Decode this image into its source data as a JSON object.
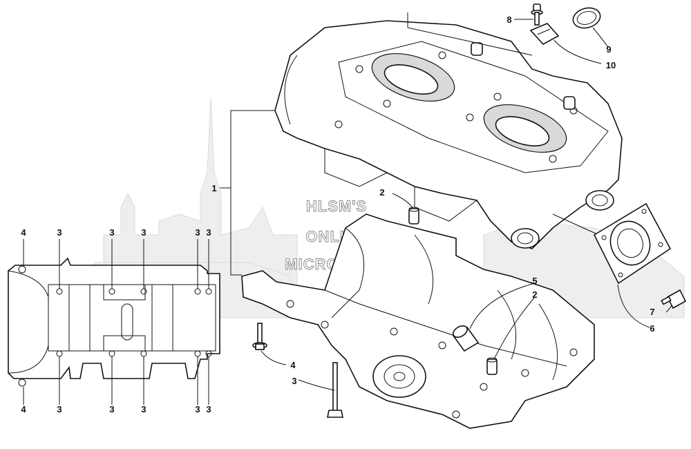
{
  "watermark": {
    "lines": [
      "HLSM'S",
      "ONLINE",
      "MICROFICHE"
    ]
  },
  "callouts": {
    "crankcase_assembly": "1",
    "dowel_pin_upper": "2",
    "dowel_pin_lower": "2",
    "long_bolt": "3",
    "bolt_washer": "4",
    "bushing": "5",
    "seal_plate": "6",
    "plate_bolt": "7",
    "top_bolt": "8",
    "hose_clamp": "9",
    "bracket": "10"
  },
  "pattern_labels": {
    "side_4_top": "4",
    "side_4_bottom": "4",
    "top_3": [
      "3",
      "3",
      "3",
      "3",
      "3"
    ],
    "bottom_3": [
      "3",
      "3",
      "3",
      "3",
      "3"
    ]
  }
}
